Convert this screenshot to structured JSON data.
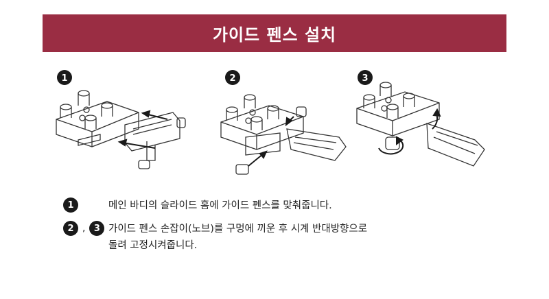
{
  "title": "가이드 펜스 설치",
  "steps": [
    {
      "number": "1"
    },
    {
      "number": "2"
    },
    {
      "number": "3"
    }
  ],
  "instructions": [
    {
      "badges": [
        "1"
      ],
      "lines": [
        "메인 바디의 슬라이드 홈에 가이드 펜스를 맞춰줍니다."
      ]
    },
    {
      "badges": [
        "2",
        "3"
      ],
      "separator": ",",
      "lines": [
        "가이드 펜스 손잡이(노브)를 구멍에 끼운 후 시계 반대방향으로",
        "돌려 고정시켜줍니다."
      ]
    }
  ]
}
